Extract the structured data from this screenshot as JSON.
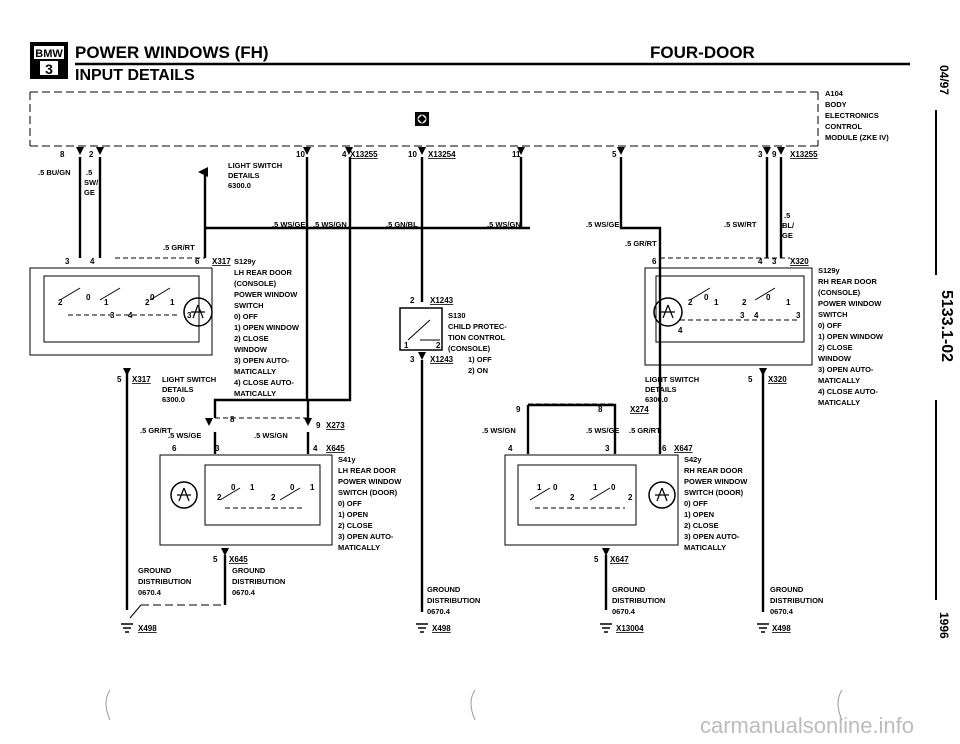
{
  "header": {
    "brand_badge_top": "BMW",
    "brand_badge_bottom": "3",
    "title": "POWER WINDOWS (FH)",
    "subtitle": "INPUT DETAILS",
    "right_title": "FOUR-DOOR"
  },
  "side": {
    "date": "04/97",
    "code": "5133.1-02",
    "year": "1996"
  },
  "module": {
    "id": "A104",
    "name_lines": [
      "BODY",
      "ELECTRONICS",
      "CONTROL",
      "MODULE (ZKE IV)"
    ],
    "pins": [
      "8",
      "2",
      "10",
      "4",
      "10",
      "11",
      "5",
      "3",
      "9"
    ],
    "connectors": [
      "X13255",
      "X13254",
      "X13255"
    ]
  },
  "wires": {
    "bu_gn": ".5 BU/GN",
    "sw_ge": [
      ".5",
      "SW/",
      "GE"
    ],
    "ws_ge": ".5 WS/GE",
    "ws_gn": ".5 WS/GN",
    "gn_bl": ".5 GN/BL",
    "sw_rt": ".5 SW/RT",
    "bl_ge": [
      ".5",
      "BL/",
      "GE"
    ],
    "gr_rt": ".5 GR/RT"
  },
  "light_switch": {
    "lines": [
      "LIGHT SWITCH",
      "DETAILS",
      "6300.0"
    ]
  },
  "s129y_left": {
    "connector": "X317",
    "pins": [
      "3",
      "4",
      "6",
      "5"
    ],
    "lines": [
      "S129y",
      "LH REAR DOOR",
      "(CONSOLE)",
      "POWER WINDOW",
      "SWITCH",
      "0)  OFF",
      "1)  OPEN WINDOW",
      "2)  CLOSE",
      "     WINDOW",
      "3)  OPEN AUTO-",
      "     MATICALLY",
      "4)  CLOSE AUTO-",
      "     MATICALLY"
    ],
    "sw_marks": [
      "2",
      "0",
      "1",
      "3",
      "4",
      "2",
      "0",
      "1",
      "3"
    ]
  },
  "s130": {
    "connector": "X1243",
    "pins": [
      "2",
      "3"
    ],
    "lines": [
      "S130",
      "CHILD PROTEC-",
      "TION CONTROL",
      "(CONSOLE)",
      "1)  OFF",
      "2)  ON"
    ],
    "marks": [
      "1",
      "2"
    ]
  },
  "s129y_right": {
    "connector": "X320",
    "pins": [
      "6",
      "4",
      "3",
      "5"
    ],
    "lines": [
      "S129y",
      "RH REAR DOOR",
      "(CONSOLE)",
      "POWER WINDOW",
      "SWITCH",
      "0)  OFF",
      "1)  OPEN WINDOW",
      "2)  CLOSE",
      "     WINDOW",
      "3)  OPEN AUTO-",
      "     MATICALLY",
      "4)  CLOSE AUTO-",
      "     MATICALLY"
    ],
    "sw_marks": [
      "2",
      "0",
      "1",
      "3",
      "4",
      "2",
      "0",
      "1",
      "3",
      "4"
    ]
  },
  "s41y": {
    "connector_top": "X273",
    "connector": "X645",
    "pins": [
      "8",
      "9",
      "6",
      "3",
      "4",
      "5"
    ],
    "lines": [
      "S41y",
      "LH REAR DOOR",
      "POWER WINDOW",
      "SWITCH (DOOR)",
      "0)  OFF",
      "1)  OPEN",
      "2)  CLOSE",
      "3)  OPEN AUTO-",
      "     MATICALLY"
    ],
    "sw_marks": [
      "0",
      "1",
      "2",
      "0",
      "1",
      "2"
    ]
  },
  "s42y": {
    "connector_top": "X274",
    "connector": "X647",
    "pins": [
      "9",
      "8",
      "4",
      "3",
      "6",
      "5"
    ],
    "lines": [
      "S42y",
      "RH REAR DOOR",
      "POWER WINDOW",
      "SWITCH (DOOR)",
      "0)  OFF",
      "1)  OPEN",
      "2)  CLOSE",
      "3)  OPEN AUTO-",
      "     MATICALLY"
    ],
    "sw_marks": [
      "1",
      "0",
      "2",
      "1",
      "0",
      "2"
    ]
  },
  "grounds": [
    {
      "lines": [
        "GROUND",
        "DISTRIBUTION",
        "0670.4"
      ],
      "point": "X498"
    },
    {
      "lines": [
        "GROUND",
        "DISTRIBUTION",
        "0670.4"
      ],
      "point": ""
    },
    {
      "lines": [
        "GROUND",
        "DISTRIBUTION",
        "0670.4"
      ],
      "point": "X498"
    },
    {
      "lines": [
        "GROUND",
        "DISTRIBUTION",
        "0670.4"
      ],
      "point": "X13004"
    },
    {
      "lines": [
        "GROUND",
        "DISTRIBUTION",
        "0670.4"
      ],
      "point": "X498"
    }
  ],
  "watermark": "carmanualsonline.info"
}
